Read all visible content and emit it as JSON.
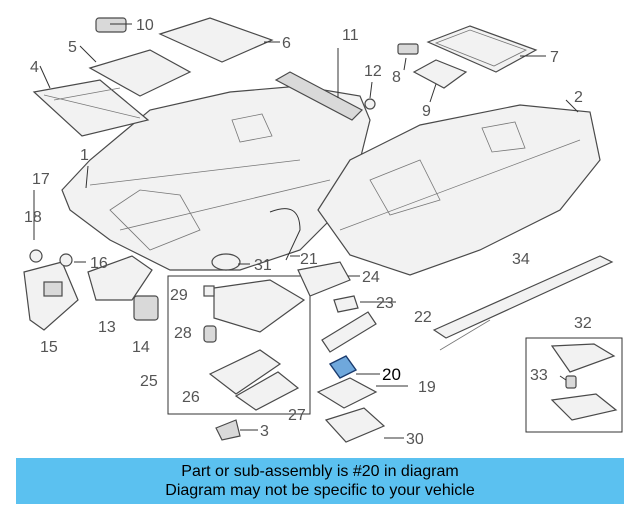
{
  "callouts": {
    "c1": "1",
    "c2": "2",
    "c3": "3",
    "c4": "4",
    "c5": "5",
    "c6": "6",
    "c7": "7",
    "c8": "8",
    "c9": "9",
    "c10": "10",
    "c11": "11",
    "c12": "12",
    "c13": "13",
    "c14": "14",
    "c15": "15",
    "c16": "16",
    "c17": "17",
    "c18": "18",
    "c19": "19",
    "c20": "20",
    "c21": "21",
    "c22": "22",
    "c23": "23",
    "c24": "24",
    "c25": "25",
    "c26": "26",
    "c27": "27",
    "c28": "28",
    "c29": "29",
    "c30": "30",
    "c31": "31",
    "c32": "32",
    "c33": "33",
    "c34": "34",
    "c3b": "3"
  },
  "banner": {
    "line1": "Part or sub-assembly is #20 in diagram",
    "line2": "Diagram may not be specific to your vehicle"
  },
  "colors": {
    "banner": "#5bc1f0",
    "highlight_part": "#6fa8dc"
  }
}
